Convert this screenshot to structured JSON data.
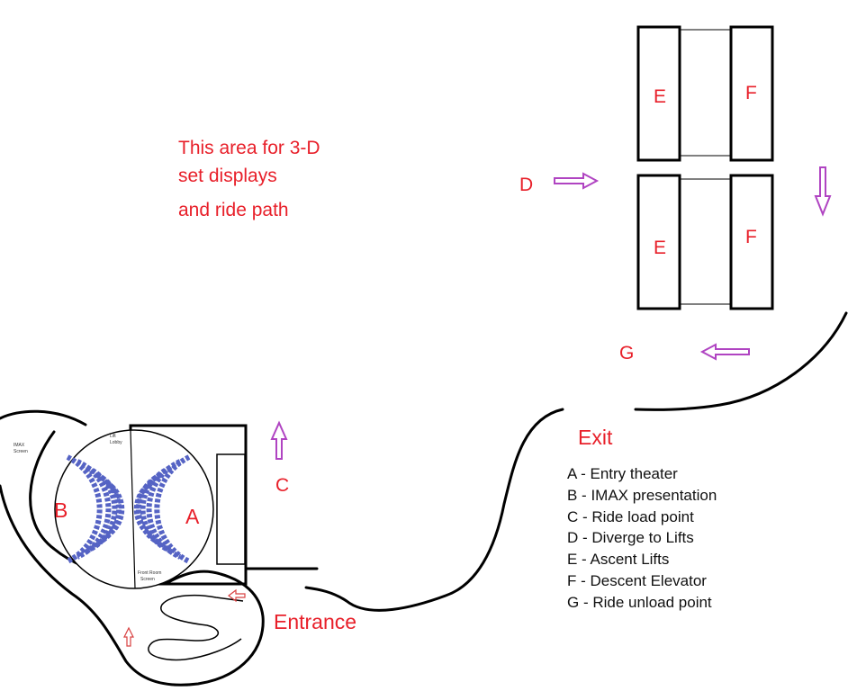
{
  "area_note": {
    "line1": "This area for 3-D",
    "line2": "set displays",
    "line3": "and ride path"
  },
  "labels": {
    "D": "D",
    "G": "G",
    "C": "C",
    "E_top": "E",
    "F_top": "F",
    "E_bottom": "E",
    "F_bottom": "F",
    "A": "A",
    "B": "B",
    "exit": "Exit",
    "entrance": "Entrance"
  },
  "theater_text": {
    "imax_screen": "IMAX\nScreen",
    "front_room": "Front Room\nScreen"
  },
  "legend": [
    "A - Entry theater",
    "B - IMAX presentation",
    "C - Ride load point",
    "D - Diverge to Lifts",
    "E - Ascent Lifts",
    "F - Descent Elevator",
    "G - Ride unload point"
  ],
  "colors": {
    "label_red": "#e8202a",
    "arrow_purple": "#b044c2",
    "arrow_red": "#d84040",
    "seat_blue": "#6f7fd6",
    "line_black": "#000000"
  }
}
